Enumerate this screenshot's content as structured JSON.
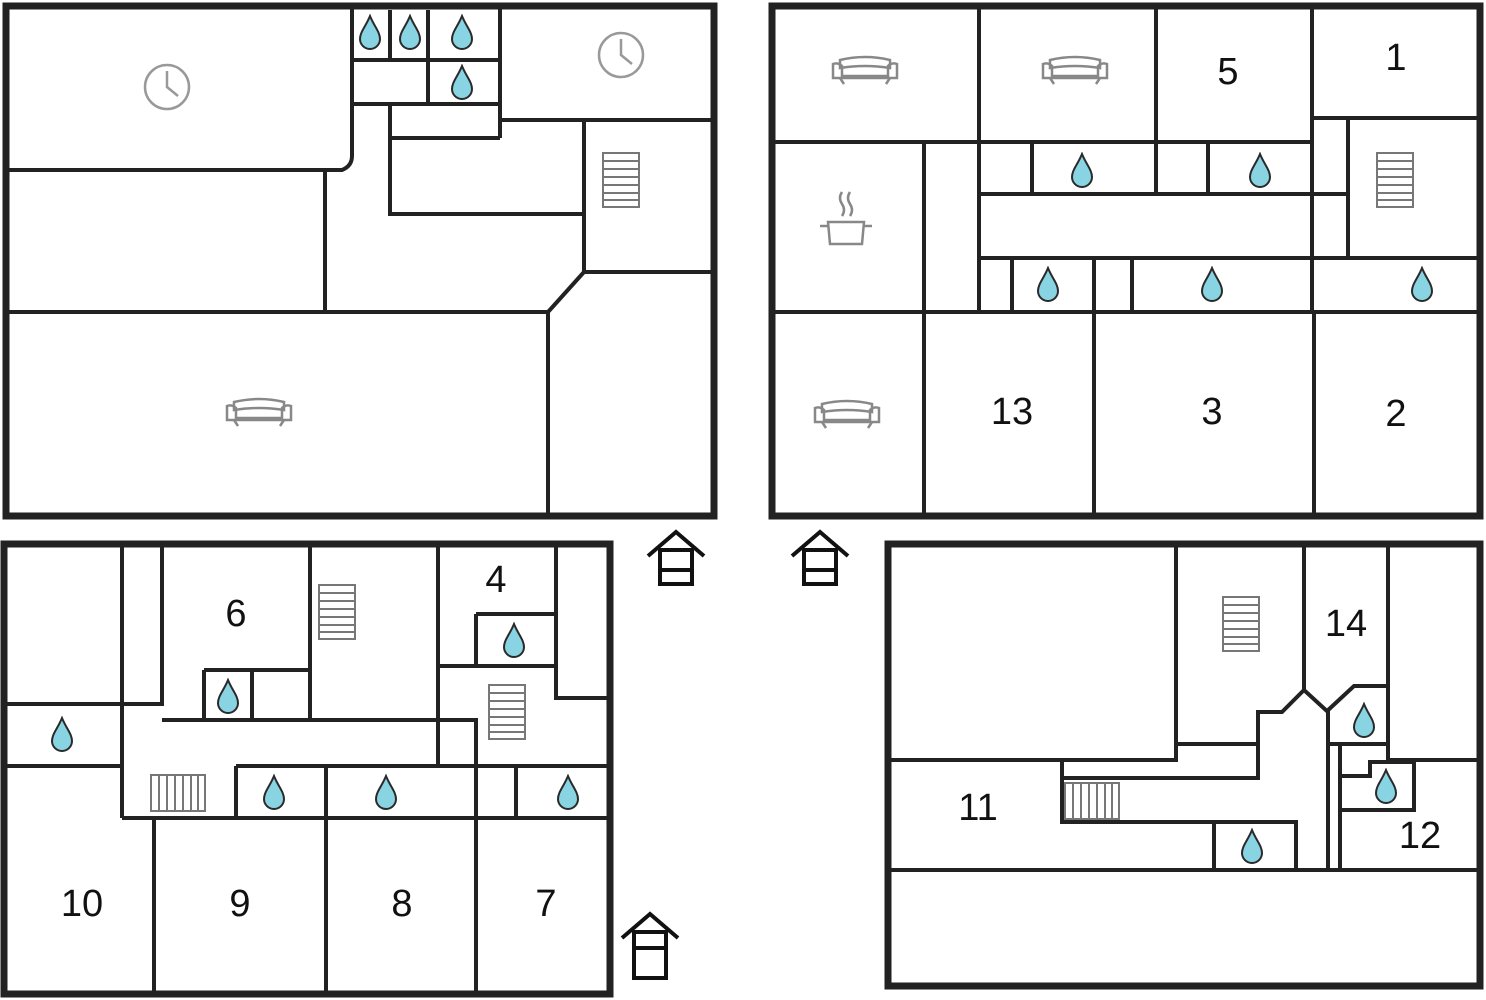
{
  "legend_icons": [
    "water-drop-icon",
    "sofa-icon",
    "clock-icon",
    "stairs-icon",
    "cooking-pot-icon",
    "entrance-icon"
  ],
  "colors": {
    "water": "#88d4e2",
    "wall": "#222222",
    "icon_grey": "#999999"
  },
  "rooms": [
    {
      "number": "1"
    },
    {
      "number": "2"
    },
    {
      "number": "3"
    },
    {
      "number": "4"
    },
    {
      "number": "5"
    },
    {
      "number": "6"
    },
    {
      "number": "7"
    },
    {
      "number": "8"
    },
    {
      "number": "9"
    },
    {
      "number": "10"
    },
    {
      "number": "11"
    },
    {
      "number": "12"
    },
    {
      "number": "13"
    },
    {
      "number": "14"
    }
  ]
}
